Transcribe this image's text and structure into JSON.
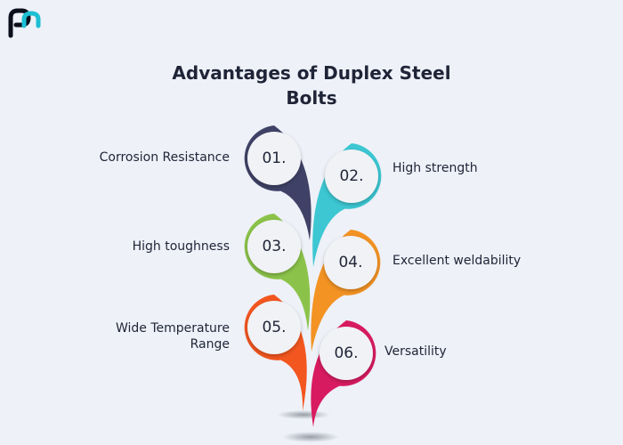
{
  "title": {
    "line1": "Advantages of  Duplex Steel",
    "line2": "Bolts"
  },
  "logo": {
    "name": "brand-logo-icon",
    "colors": [
      "#1dbfd3",
      "#0b0f1c"
    ]
  },
  "items": [
    {
      "number": "01.",
      "label": "Corrosion Resistance",
      "color": "#3f4266"
    },
    {
      "number": "02.",
      "label": "High strength",
      "color": "#3cc7d2"
    },
    {
      "number": "03.",
      "label": "High toughness",
      "color": "#8bc34a"
    },
    {
      "number": "04.",
      "label": "Excellent weldability",
      "color": "#f39323"
    },
    {
      "number": "05.",
      "label": "Wide Temperature Range",
      "label_lines": [
        "Wide Temperature",
        "Range"
      ],
      "color": "#f3561f"
    },
    {
      "number": "06.",
      "label": "Versatility",
      "color": "#d81b60"
    }
  ]
}
